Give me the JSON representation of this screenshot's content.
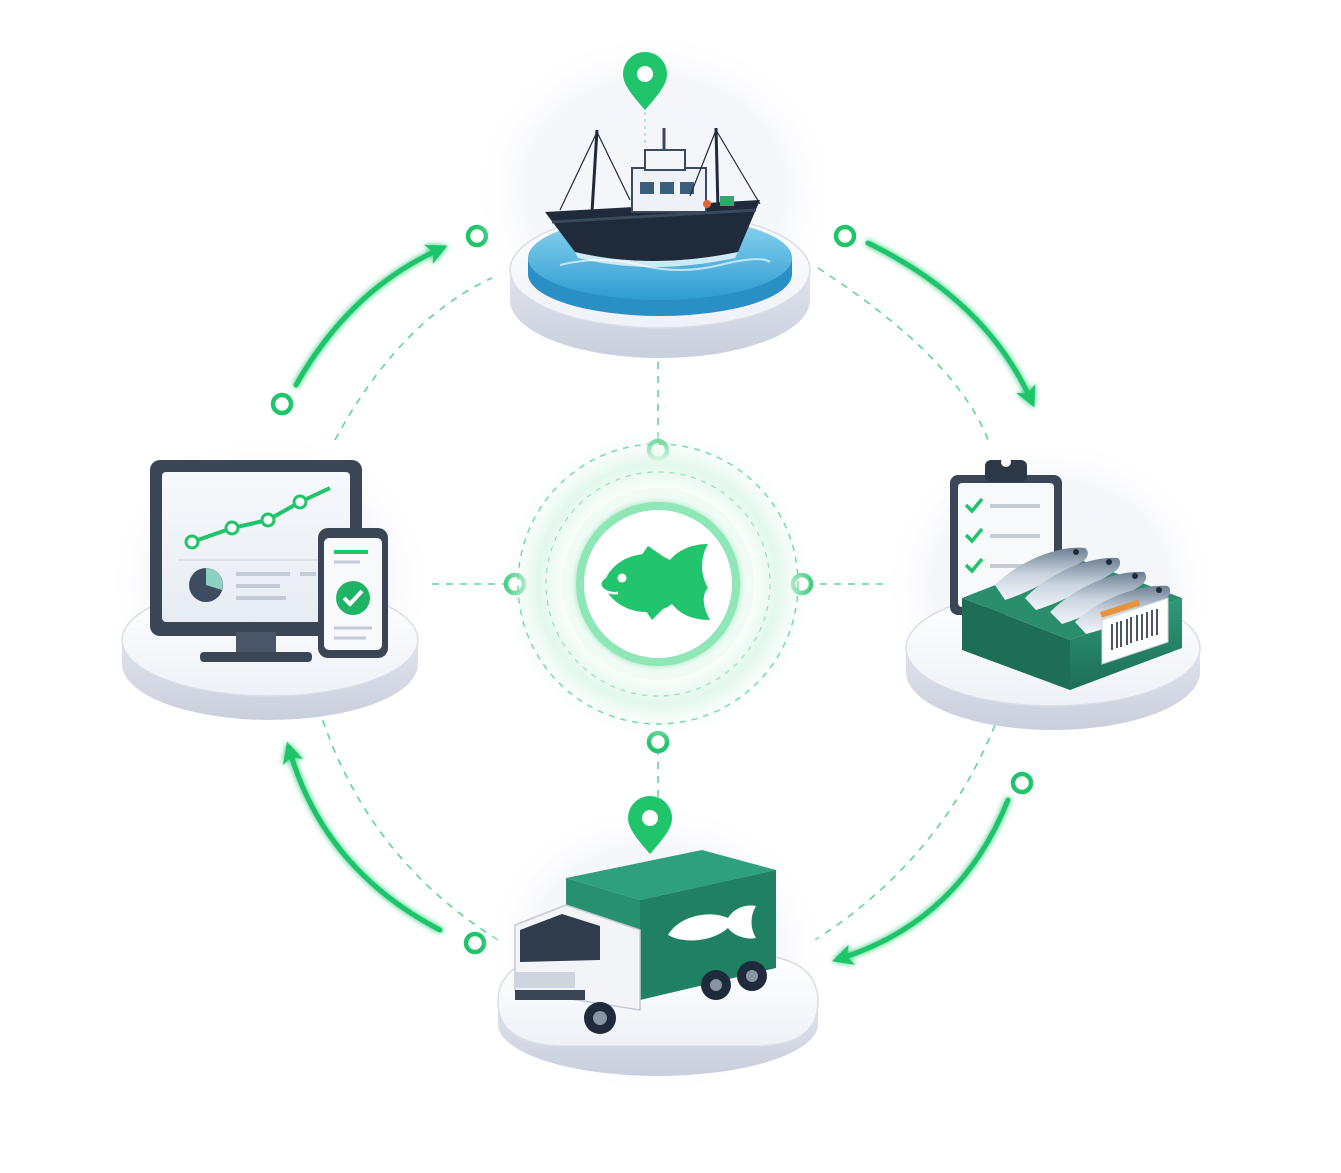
{
  "colors": {
    "accent": "#1fc46b",
    "accent_dark": "#138a57",
    "teal_dark": "#1f6e56",
    "navy": "#233040",
    "water": "#38a8d6",
    "platform": "#e9ecf3",
    "platform_edge": "#cfd5e2"
  },
  "center": {
    "icon": "fish-icon"
  },
  "nodes": [
    {
      "id": "catch",
      "icon": "fishing-boat-icon",
      "marker": "location-pin-icon"
    },
    {
      "id": "inspection",
      "icon": "clipboard-checklist-icon",
      "secondary_icon": "fish-crate-barcode-icon"
    },
    {
      "id": "transport",
      "icon": "refrigerated-truck-icon",
      "marker": "location-pin-icon"
    },
    {
      "id": "monitoring",
      "icon": "dashboard-monitor-icon",
      "secondary_icon": "phone-check-icon"
    }
  ],
  "flow": {
    "direction": "clockwise",
    "arrows": [
      "catch-to-inspection",
      "inspection-to-transport",
      "transport-to-monitoring",
      "monitoring-to-catch"
    ]
  }
}
